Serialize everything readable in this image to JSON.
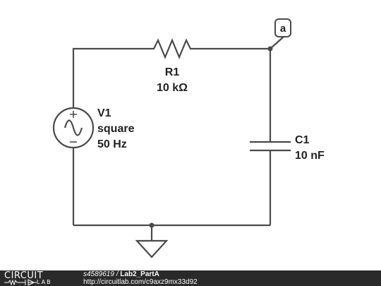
{
  "diagram": {
    "title_node_label": "a",
    "resistor": {
      "name": "R1",
      "value": "10 kΩ"
    },
    "source": {
      "name": "V1",
      "type": "square",
      "frequency": "50 Hz"
    },
    "capacitor": {
      "name": "C1",
      "value": "10 nF"
    }
  },
  "footer": {
    "logo_top": "CIRCUIT",
    "logo_bottom": "LAB",
    "user_id": "s4589619",
    "separator": " / ",
    "project_name": "Lab2_PartA",
    "url": "http://circuitlab.com/c9axz9mx33d92"
  },
  "colors": {
    "wire": "#4a4a4a",
    "footer_bg": "#2a2a2a",
    "text": "#222222"
  }
}
